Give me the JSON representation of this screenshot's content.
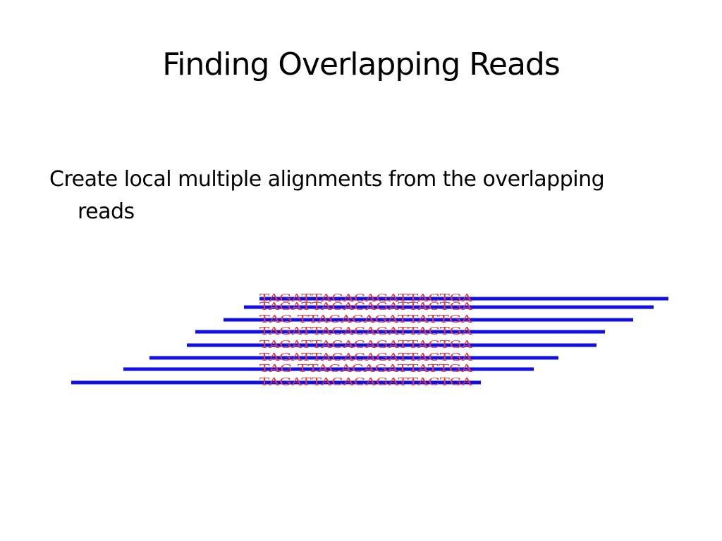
{
  "slide": {
    "title": "Finding Overlapping Reads",
    "bullet": "Create local multiple alignments from the overlapping reads"
  },
  "diagram": {
    "colors": {
      "read_line": "#1010e0",
      "sequence_text": "#e8353f"
    },
    "reads": [
      {
        "sequence": "TAGATTACACAGATTACTGA"
      },
      {
        "sequence": "TAGATTACACAGATTACTGA"
      },
      {
        "sequence": "TAG TTACACAGATTATTGA"
      },
      {
        "sequence": "TAGATTACACAGATTACTGA"
      },
      {
        "sequence": "TAGATTACACAGATTACTGA"
      },
      {
        "sequence": "TAGATTACACAGATTACTGA"
      },
      {
        "sequence": "TAG TTACACAGATTATTGA"
      },
      {
        "sequence": "TAGATTACACAGATTACTGA"
      }
    ]
  }
}
